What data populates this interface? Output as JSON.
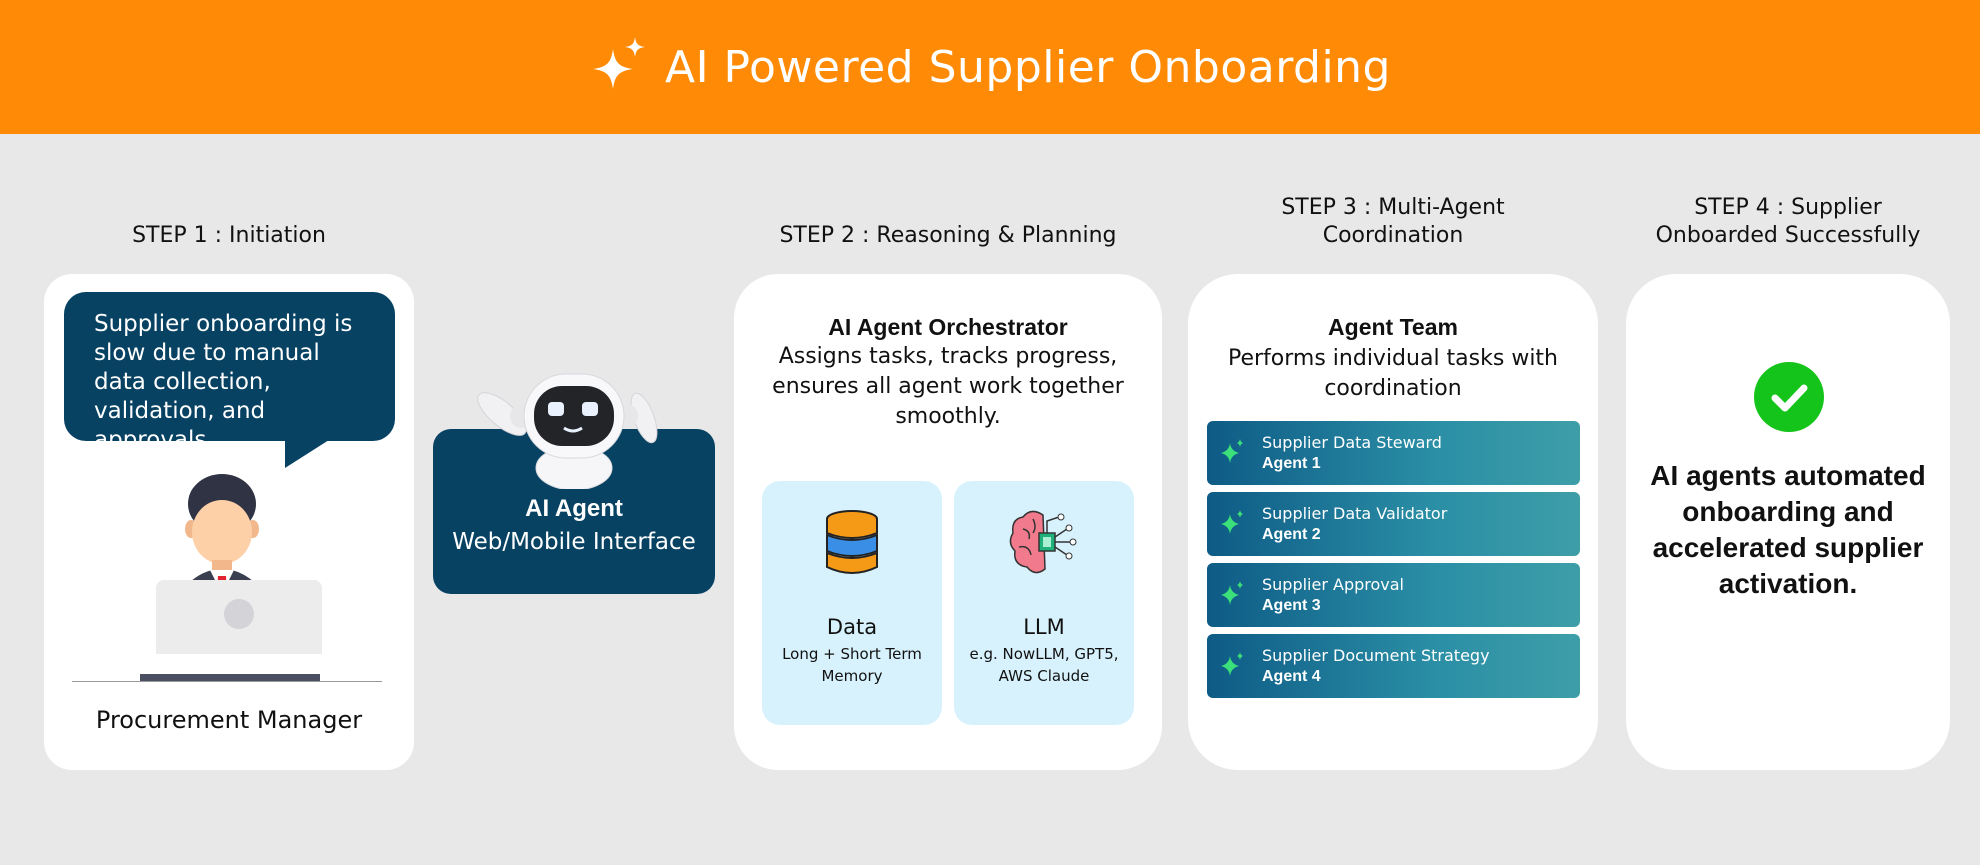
{
  "header": {
    "title": "AI  Powered Supplier Onboarding",
    "icon": "sparkle-icon",
    "bg_color": "#ff8a05"
  },
  "steps": {
    "s1": {
      "label": "STEP 1 : Initiation"
    },
    "s2": {
      "label": "STEP 2 : Reasoning & Planning"
    },
    "s3": {
      "label_line1": "STEP 3 : Multi-Agent",
      "label_line2": "Coordination"
    },
    "s4": {
      "label_line1": "STEP 4 : Supplier",
      "label_line2": "Onboarded Successfully"
    }
  },
  "card1": {
    "bubble_text": "Supplier onboarding is slow due to manual data collection, validation, and approvals",
    "person_label": "Procurement Manager"
  },
  "agent": {
    "title": "AI Agent",
    "subtitle": "Web/Mobile Interface",
    "bg_color": "#074263"
  },
  "card2": {
    "title": "AI Agent Orchestrator",
    "desc": "Assigns tasks, tracks progress, ensures all agent work together smoothly.",
    "data": {
      "title": "Data",
      "sub": "Long + Short Term Memory",
      "icon": "database-icon"
    },
    "llm": {
      "title": "LLM",
      "sub": "e.g. NowLLM, GPT5, AWS Claude",
      "icon": "brain-chip-icon"
    }
  },
  "card3": {
    "title": "Agent Team",
    "desc": "Performs individual tasks with coordination",
    "agents": [
      {
        "role": "Supplier Data Steward",
        "name": "Agent 1"
      },
      {
        "role": "Supplier Data Validator",
        "name": "Agent 2"
      },
      {
        "role": "Supplier Approval",
        "name": "Agent 3"
      },
      {
        "role": "Supplier Document Strategy",
        "name": "Agent 4"
      }
    ]
  },
  "card4": {
    "icon": "check-circle-icon",
    "text": "AI agents automated onboarding and accelerated supplier activation."
  }
}
